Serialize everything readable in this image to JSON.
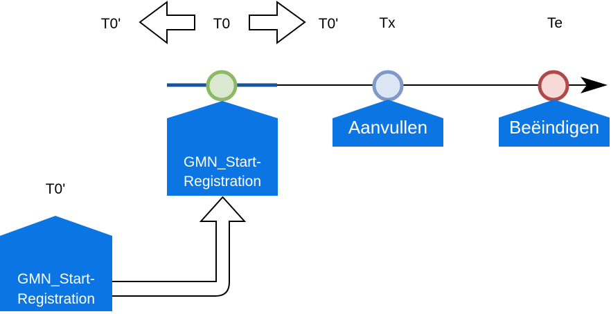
{
  "diagram": {
    "top_row": {
      "t0_prime_left": "T0'",
      "t0": "T0",
      "t0_prime_right": "T0'",
      "tx": "Tx",
      "te": "Te"
    },
    "nodes": {
      "gmn_top": {
        "line1": "GMN_Start-",
        "line2": "Registration"
      },
      "aanvullen": {
        "label": "Aanvullen"
      },
      "beeindigen": {
        "label": "Beëindigen"
      },
      "gmn_bottom": {
        "time_label": "T0'",
        "line1": "GMN_Start-",
        "line2": "Registration"
      }
    },
    "colors": {
      "node_blue": "#0b75e3",
      "timeline_black": "#000000",
      "timeline_highlight_blue": "#13569f",
      "milestone_green_ring": "#8cb966",
      "milestone_green_fill": "#dae8d0",
      "milestone_blue_ring": "#8099c9",
      "milestone_blue_fill": "#dce6f4",
      "milestone_red_ring": "#ae4b48",
      "milestone_red_fill": "#f7d9d8",
      "outline_black": "#000000",
      "arrow_fill_white": "#ffffff"
    }
  }
}
